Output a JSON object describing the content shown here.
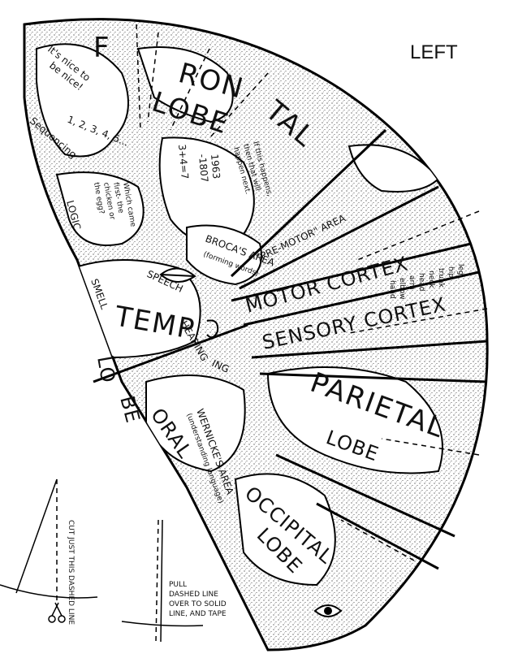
{
  "side_label": "LEFT",
  "lobes": {
    "frontal": {
      "word1": "F",
      "word2": "RON",
      "word3": "TAL",
      "word4": "LOBE"
    },
    "temporal": {
      "word1": "TEMP",
      "word2": "ORAL",
      "word3": "LO",
      "word4": "BE"
    },
    "parietal": {
      "word1": "PARIETAL",
      "word2": "LOBE"
    },
    "occipital": {
      "word1": "OCCIPITAL",
      "word2": "LOBE"
    }
  },
  "strips": {
    "premotor": "\"PRE-MOTOR\" AREA",
    "motor": "MOTOR CORTEX",
    "sensory": "SENSORY CORTEX"
  },
  "areas": {
    "broca": "BROCA'S AREA",
    "broca_sub": "(forming words)",
    "wernicke": "WERNICKE'S AREA",
    "wernicke_sub": "(understanding language)",
    "speech": "SPEECH",
    "smell": "SMELL",
    "hearing": "HEARING",
    "seeing": "ING"
  },
  "notes": {
    "nice1": "It's nice to",
    "nice2": "be nice!",
    "sequence": "1, 2, 3, 4, 5...",
    "sequencing": "Sequencing",
    "logic": "LOGIC",
    "chicken1": "Which came",
    "chicken2": "first- the",
    "chicken3": "chicken or",
    "chicken4": "the egg?",
    "math1": "3+4=7",
    "math2": "1963",
    "math3": "-1807",
    "ifthen1": "If this happens,",
    "ifthen2": "then that will",
    "ifthen3": "happen next."
  },
  "body_parts": [
    "leg",
    "hip",
    "trunk",
    "neck",
    "head",
    "arm",
    "elbow",
    "hand"
  ],
  "instructions": {
    "cut": "CUT JUST THIS DASHED LINE",
    "pull1": "PULL",
    "pull2": "DASHED LINE",
    "pull3": "OVER TO SOLID",
    "pull4": "LINE, AND TAPE"
  }
}
